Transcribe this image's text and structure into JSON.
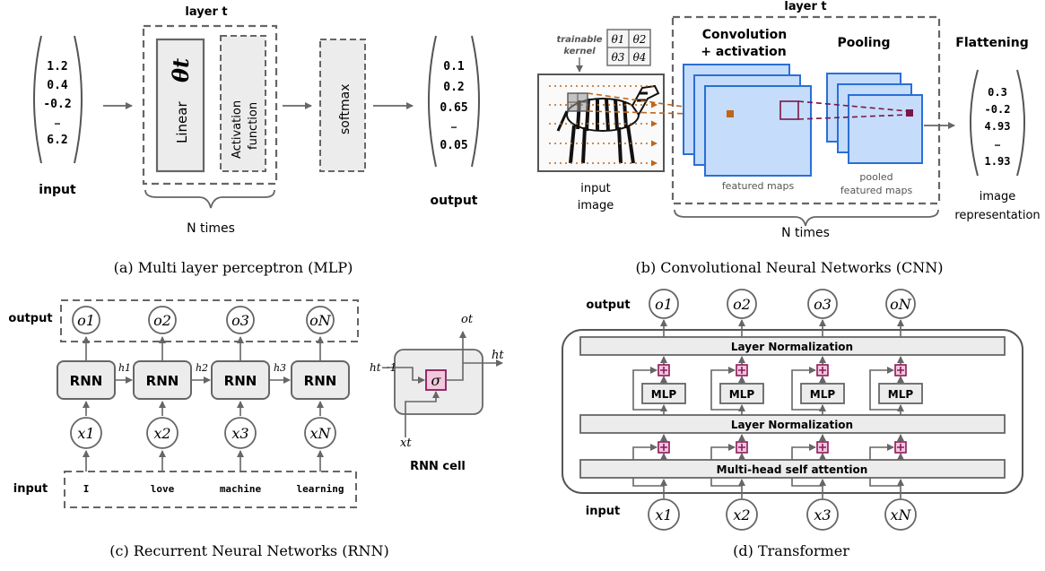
{
  "mlp": {
    "layer_title": "layer t",
    "input_vector": [
      "1.2",
      "0.4",
      "-0.2",
      "…",
      "6.2"
    ],
    "input_label": "input",
    "linear_label": "Linear",
    "theta_label": "θt",
    "activation_label_1": "Activation",
    "activation_label_2": "function",
    "softmax_label": "softmax",
    "output_vector": [
      "0.1",
      "0.2",
      "0.65",
      "…",
      "0.05"
    ],
    "output_label": "output",
    "repeat_label": "N times",
    "caption": "(a) Multi layer perceptron (MLP)"
  },
  "cnn": {
    "layer_title": "layer t",
    "kernel_label_1": "trainable",
    "kernel_label_2": "kernel",
    "kernel_cells": [
      "θ1",
      "θ2",
      "θ3",
      "θ4"
    ],
    "conv_title_1": "Convolution",
    "conv_title_2": "+ activation",
    "pool_title": "Pooling",
    "flatten_title": "Flattening",
    "input_label_1": "input",
    "input_label_2": "image",
    "featured_maps_label": "featured maps",
    "pooled_label_1": "pooled",
    "pooled_label_2": "featured maps",
    "output_vector": [
      "0.3",
      "-0.2",
      "4.93",
      "…",
      "1.93"
    ],
    "repr_label_1": "image",
    "repr_label_2": "representation",
    "repeat_label": "N times",
    "caption": "(b) Convolutional Neural Networks (CNN)"
  },
  "rnn": {
    "output_label": "output",
    "input_label": "input",
    "outputs": [
      "o1",
      "o2",
      "o3",
      "oN"
    ],
    "inputs": [
      "x1",
      "x2",
      "x3",
      "xN"
    ],
    "cells": [
      "RNN",
      "RNN",
      "RNN",
      "RNN"
    ],
    "hidden": [
      "h1",
      "h2",
      "h3"
    ],
    "words": [
      "I",
      "love",
      "machine",
      "learning"
    ],
    "cell_detail": {
      "in_hidden": "ht−1",
      "out_hidden": "ht",
      "output": "ot",
      "input": "xt",
      "sigma": "σ",
      "title": "RNN cell"
    },
    "caption": "(c) Recurrent Neural Networks (RNN)"
  },
  "transformer": {
    "output_label": "output",
    "input_label": "input",
    "outputs": [
      "o1",
      "o2",
      "o3",
      "oN"
    ],
    "inputs": [
      "x1",
      "x2",
      "x3",
      "xN"
    ],
    "layer_norm_top": "Layer Normalization",
    "layer_norm_mid": "Layer Normalization",
    "mlp_label": "MLP",
    "attention_label": "Multi-head self attention",
    "caption": "(d) Transformer"
  },
  "colors": {
    "gray_stroke": "#666666",
    "box_fill": "#ececec",
    "feature_map_fill": "#c5dcfa",
    "feature_map_stroke": "#2a6fd6",
    "add_fill": "#f2c8dc",
    "add_stroke": "#8b1a5a",
    "kernel_orange": "#c0651a",
    "pool_purple": "#7a1747"
  }
}
